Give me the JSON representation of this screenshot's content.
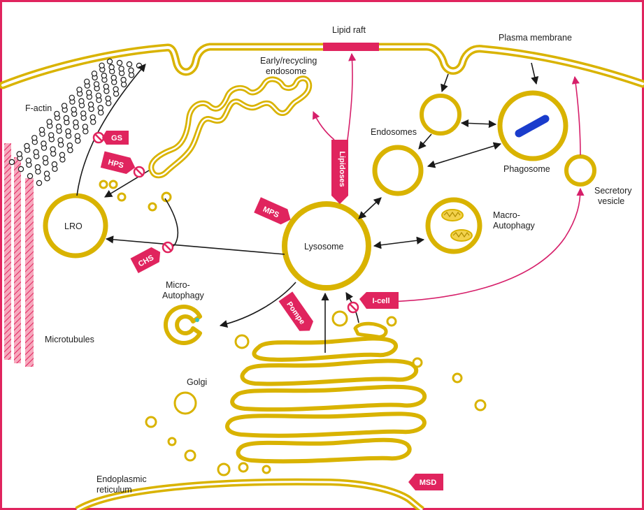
{
  "colors": {
    "membrane": "#d9b300",
    "membrane_fill": "#ffffff",
    "disease_tag": "#e0245e",
    "pathway_arrow": "#d61f6a",
    "arrow": "#1a1a1a",
    "phagosome_cargo": "#1a3ccc",
    "frame": "#e0245e"
  },
  "labels": {
    "lipid_raft": "Lipid raft",
    "plasma_membrane": "Plasma membrane",
    "early_endosome_1": "Early/recycling",
    "early_endosome_2": "endosome",
    "f_actin": "F-actin",
    "endosomes": "Endosomes",
    "phagosome": "Phagosome",
    "secretory_1": "Secretory",
    "secretory_2": "vesicle",
    "lro": "LRO",
    "lysosome": "Lysosome",
    "macro_1": "Macro-",
    "macro_2": "Autophagy",
    "micro_1": "Micro-",
    "micro_2": "Autophagy",
    "microtubules": "Microtubules",
    "golgi": "Golgi",
    "er_1": "Endoplasmic",
    "er_2": "reticulum"
  },
  "diseases": {
    "gs": "GS",
    "hps": "HPS",
    "lipidoses": "Lipidoses",
    "mps": "MPS",
    "chs": "CHS",
    "pompe": "Pompe",
    "icell": "I-cell",
    "msd": "MSD"
  },
  "icons": [
    "inhibition-icon",
    "arrow-icon"
  ]
}
